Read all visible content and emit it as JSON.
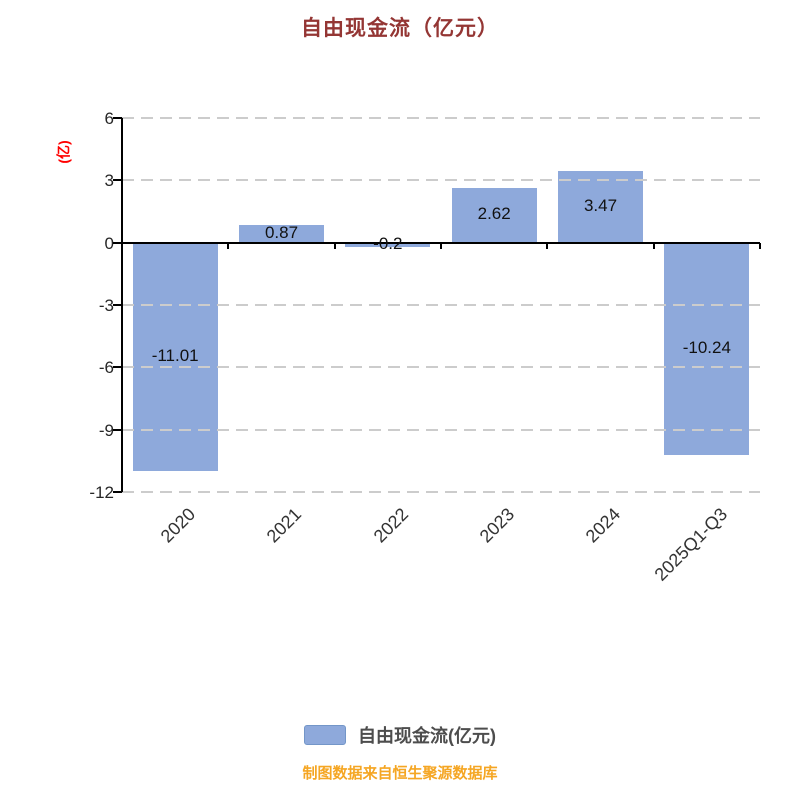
{
  "title": "自由现金流（亿元）",
  "y_axis_unit": "(亿)",
  "legend": {
    "label": "自由现金流(亿元)"
  },
  "caption": "制图数据来自恒生聚源数据库",
  "colors": {
    "bar": "#8EA9DB",
    "title": "#943634",
    "y_unit": "#FF0000",
    "caption": "#F5A623",
    "grid": "#CCCCCC",
    "axis": "#000000",
    "tick_text": "#262626"
  },
  "chart_data": {
    "type": "bar",
    "title": "自由现金流（亿元）",
    "categories": [
      "2020",
      "2021",
      "2022",
      "2023",
      "2024",
      "2025Q1-Q3"
    ],
    "values": [
      -11.01,
      0.87,
      -0.2,
      2.62,
      3.47,
      -10.24
    ],
    "value_labels": [
      "-11.01",
      "0.87",
      "-0.2",
      "2.62",
      "3.47",
      "-10.24"
    ],
    "xlabel": "",
    "ylabel": "(亿)",
    "ylim": [
      -12,
      6
    ],
    "yticks": [
      6,
      3,
      0,
      -3,
      -6,
      -9,
      -12
    ],
    "grid": "horizontal-dashed",
    "legend_position": "bottom",
    "series_name": "自由现金流(亿元)"
  }
}
